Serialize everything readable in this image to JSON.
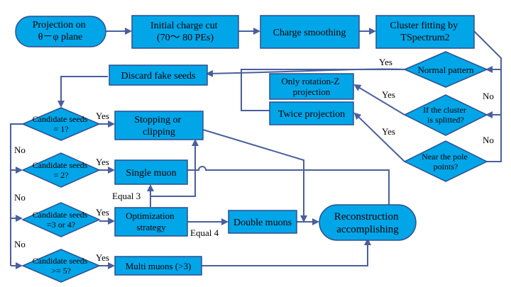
{
  "colors": {
    "node_fill": "#00a6e8",
    "node_stroke": "#2f4f8f",
    "edge": "#4a5f9c",
    "text": "#000000"
  },
  "nodes": {
    "projection": [
      "Projection  on",
      "θ－φ plane"
    ],
    "initial_cut": [
      "Initial charge cut",
      "(70～ 80 PEs)"
    ],
    "smoothing": [
      "Charge smoothing"
    ],
    "cluster_fit": [
      "Cluster fitting by",
      "TSpectrum2"
    ],
    "normal_pattern": [
      "Normal  pattern"
    ],
    "splitted": [
      "If the cluster",
      "is splitted?"
    ],
    "pole": [
      "Near the pole",
      "points?"
    ],
    "rotation_z": [
      "Only rotation-Z",
      "projection"
    ],
    "twice": [
      "Twice projection"
    ],
    "discard": [
      "Discard fake seeds"
    ],
    "seeds1": [
      "Candidate seeds",
      "= 1?"
    ],
    "seeds2": [
      "Candidate seeds",
      "= 2?"
    ],
    "seeds34": [
      "Candidate seeds",
      "=3 or 4?"
    ],
    "seeds5": [
      "Candidate seeds",
      ">= 5?"
    ],
    "stopping": [
      "Stopping or",
      "clipping"
    ],
    "single": [
      "Single muon"
    ],
    "optimization": [
      "Optimization",
      "strategy"
    ],
    "double": [
      "Double muons"
    ],
    "multi": [
      "Multi muons (>3)"
    ],
    "reconstruction": [
      "Reconstruction",
      "accomplishing"
    ]
  },
  "labels": {
    "yes": "Yes",
    "no": "No",
    "equal3": "Equal 3",
    "equal4": "Equal 4"
  }
}
